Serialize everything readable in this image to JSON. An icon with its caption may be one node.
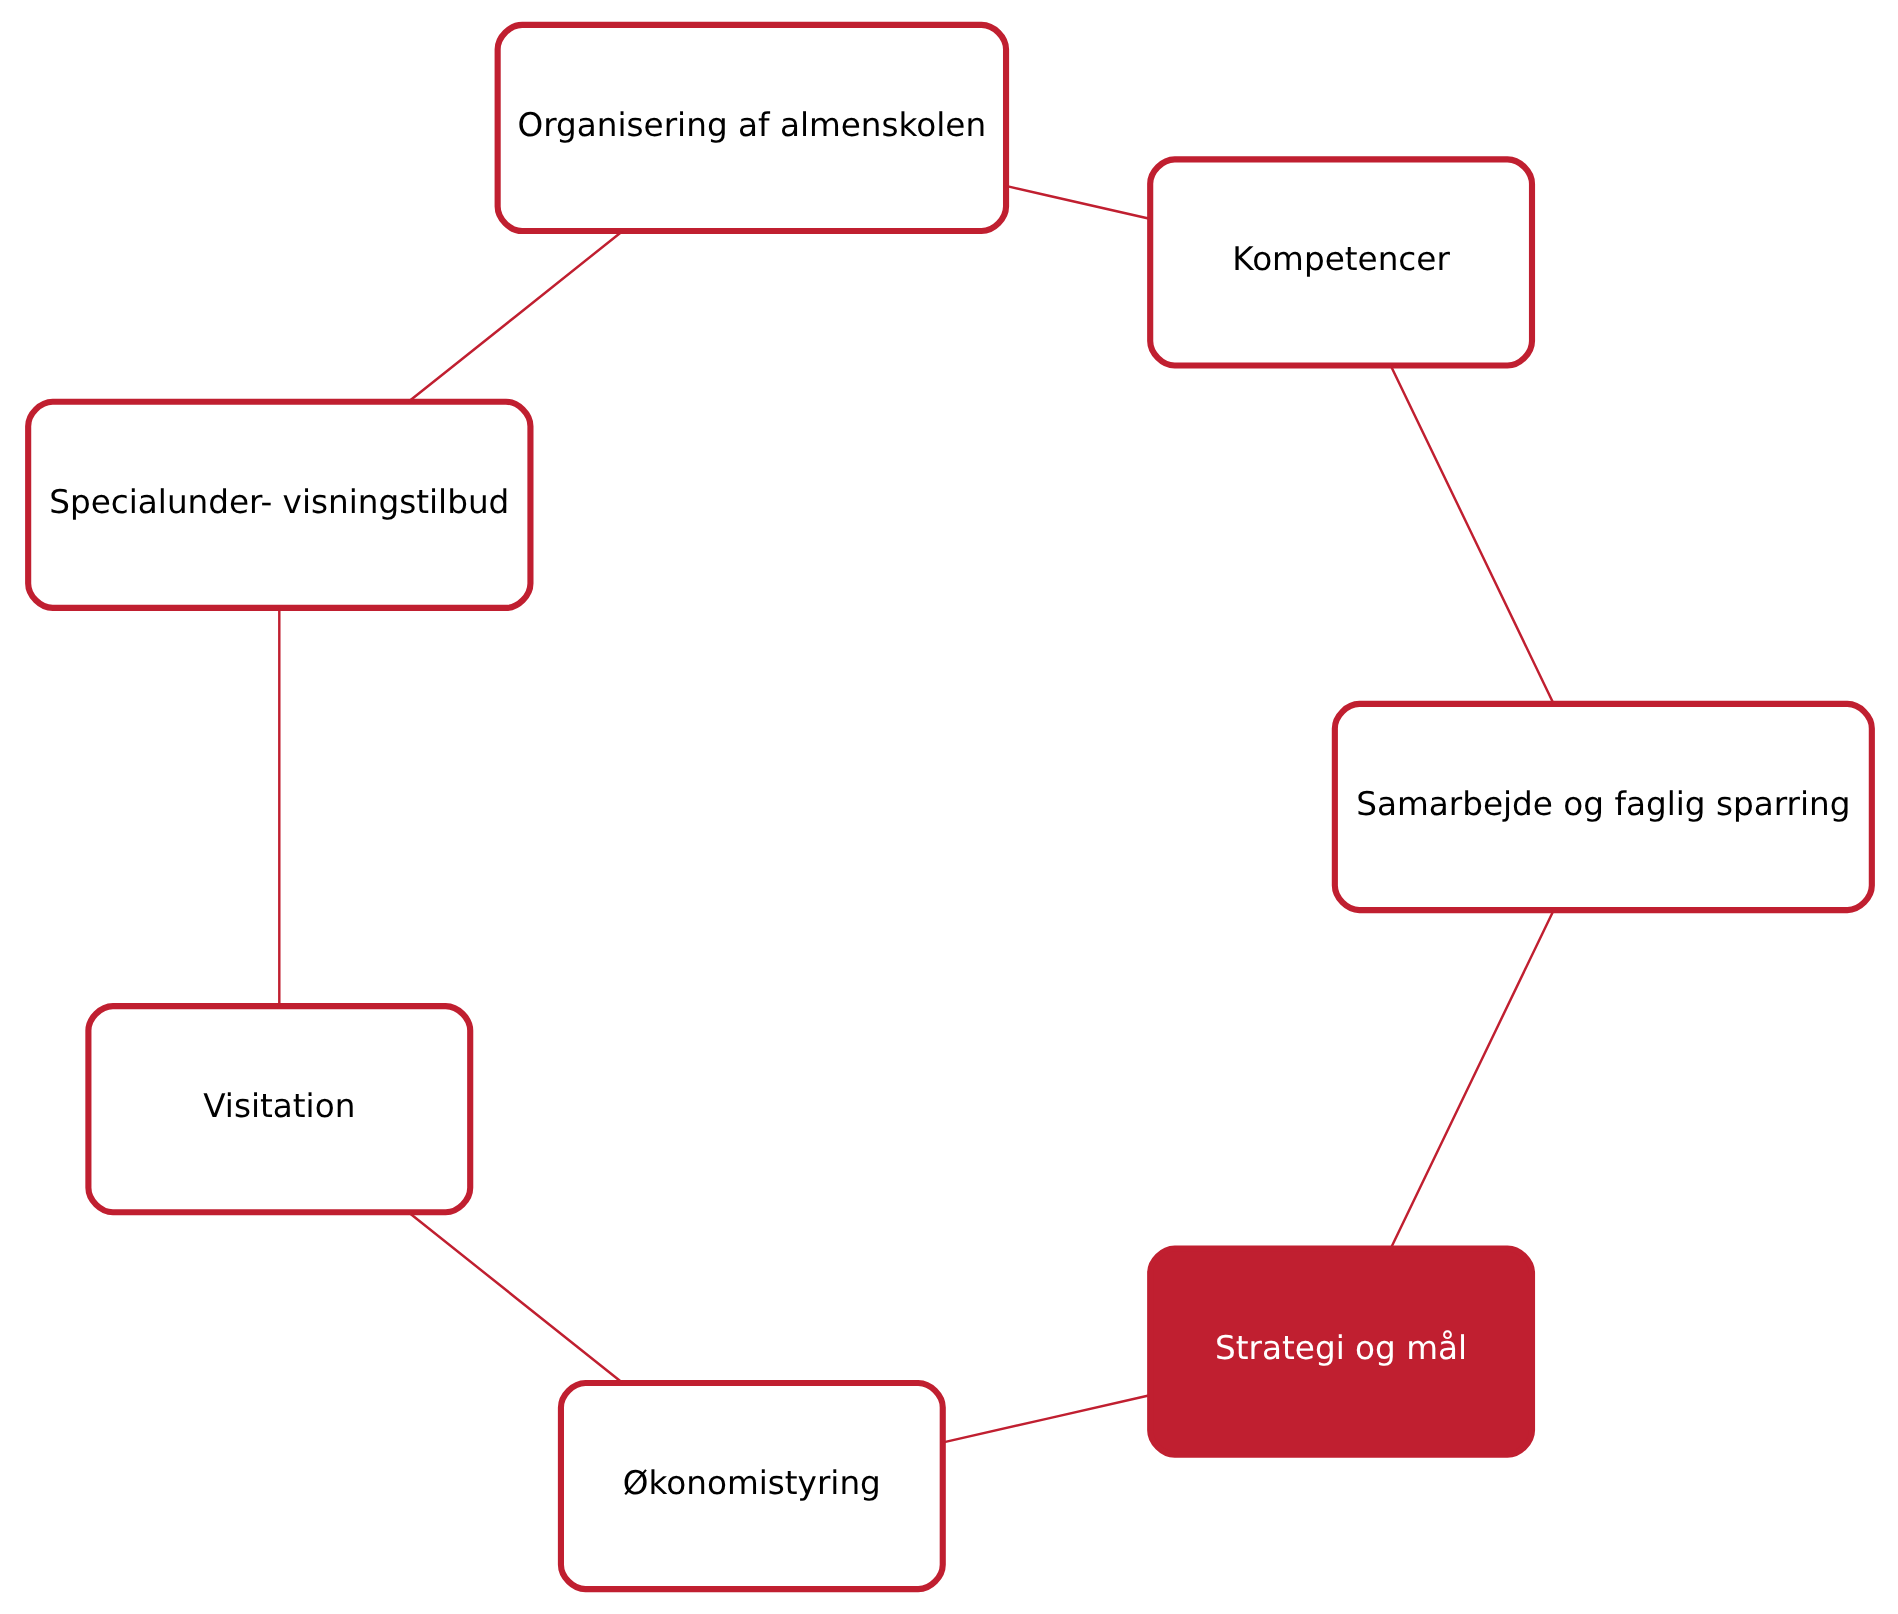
{
  "diagram": {
    "nodes": [
      {
        "text": [
          "Strategi og mål"
        ]
      },
      {
        "text": [
          "Økonomistyring"
        ]
      },
      {
        "text": [
          "Visitation"
        ]
      },
      {
        "text": [
          "Specialunder- visningstilbud"
        ]
      },
      {
        "text": [
          "Organisering af almenskolen"
        ]
      },
      {
        "text": [
          "Kompetencer"
        ]
      },
      {
        "text": [
          "Samarbejde og faglig sparring"
        ]
      }
    ],
    "edges": [
      {
        "from": 0,
        "to": 1,
        "arrow": "none"
      },
      {
        "from": 1,
        "to": 2,
        "arrow": "none"
      },
      {
        "from": 2,
        "to": 3,
        "arrow": "none"
      },
      {
        "from": 3,
        "to": 4,
        "arrow": "none"
      },
      {
        "from": 4,
        "to": 5,
        "arrow": "none"
      },
      {
        "from": 5,
        "to": 6,
        "arrow": "none"
      },
      {
        "from": 6,
        "to": 0,
        "arrow": "none"
      }
    ]
  }
}
